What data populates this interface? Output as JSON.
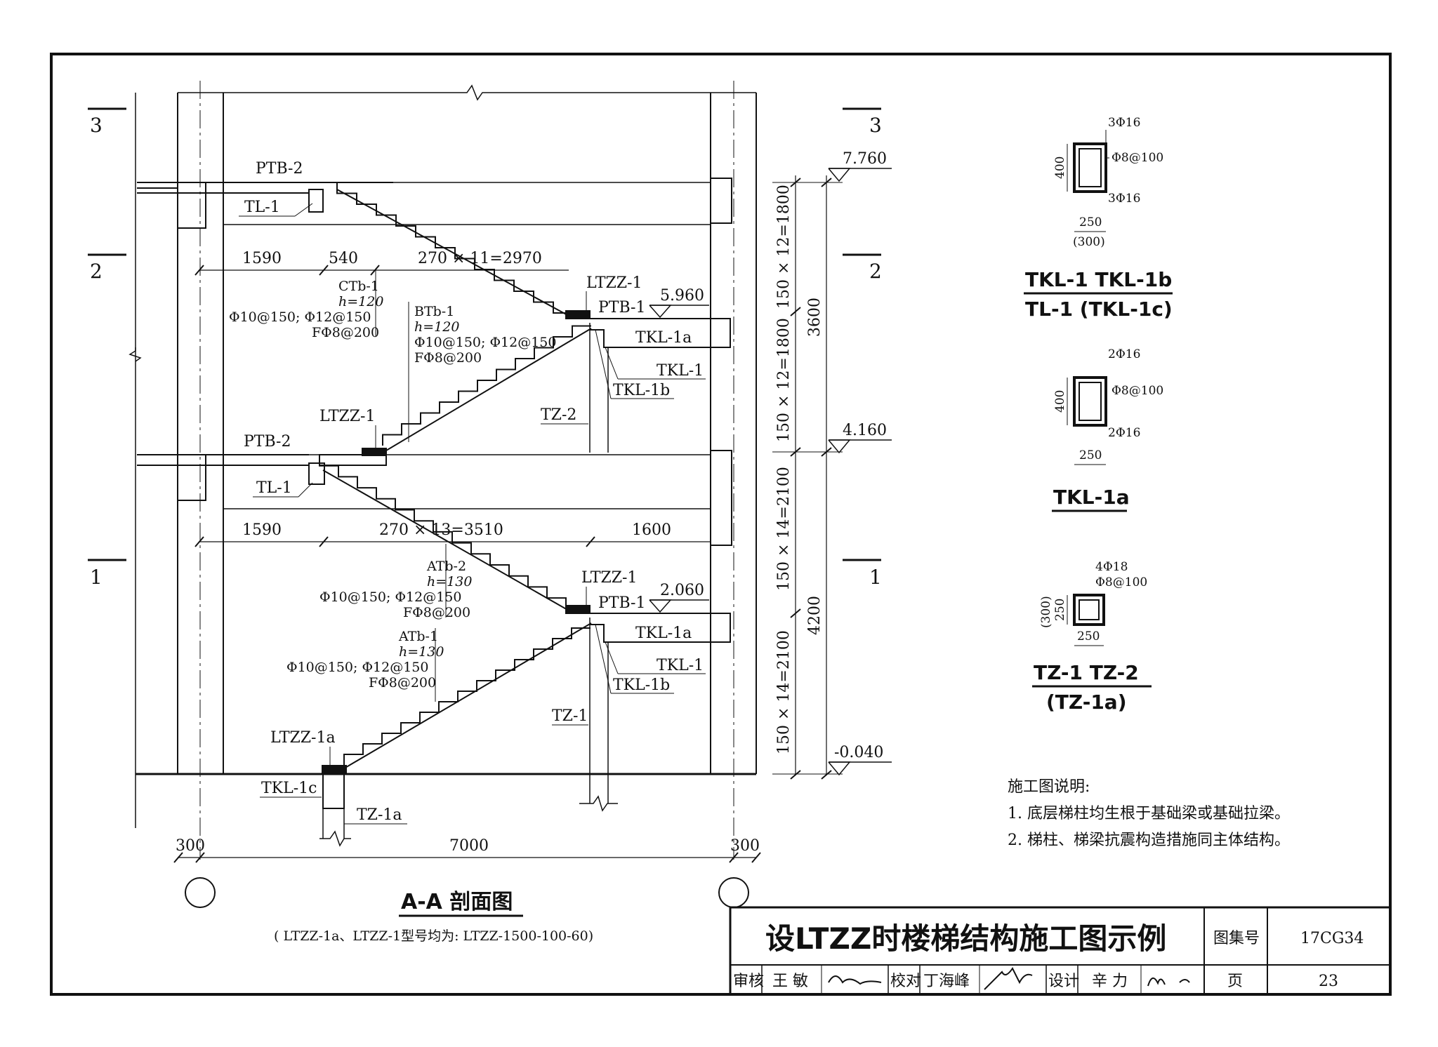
{
  "section": {
    "cut_marks": [
      "3",
      "2",
      "1"
    ],
    "dims": {
      "upper_landing": "1590",
      "upper_mid": "540",
      "upper_flight": "270 × 11=2970",
      "lower_landing": "1590",
      "lower_flight": "270 × 13=3510",
      "lower_right": "1600",
      "bottom_left": "300",
      "bottom_span": "7000",
      "bottom_right": "300"
    },
    "elevations": {
      "e1": "7.760",
      "e2": "5.960",
      "e3": "4.160",
      "e4": "2.060",
      "e5": "-0.040"
    },
    "vertical_dims": {
      "v1": "150 × 12=1800",
      "v2": "150 × 12=1800",
      "v3": "150 × 14=2100",
      "v4": "150 × 14=2100",
      "total_upper": "3600",
      "total_lower": "4200"
    },
    "labels": {
      "ptb2_upper": "PTB-2",
      "tl1_upper": "TL-1",
      "ctb_name": "CTb-1",
      "ctb_h": "h=120",
      "ctb_r1": "Φ10@150;  Φ12@150",
      "ctb_r2": "FΦ8@200",
      "btb_name": "BTb-1",
      "btb_h": "h=120",
      "btb_r1": "Φ10@150;  Φ12@150",
      "btb_r2": "FΦ8@200",
      "ltzz1_top": "LTZZ-1",
      "ptb1_top": "PTB-1",
      "tkl1a_top": "TKL-1a",
      "tkl1_top": "TKL-1",
      "tkl1b_top": "TKL-1b",
      "tz2": "TZ-2",
      "ltzz1_mid": "LTZZ-1",
      "ptb2_lower": "PTB-2",
      "tl1_lower": "TL-1",
      "atb2_name": "ATb-2",
      "atb2_h": "h=130",
      "atb2_r1": "Φ10@150;  Φ12@150",
      "atb2_r2": "FΦ8@200",
      "ltzz1_low": "LTZZ-1",
      "ptb1_low": "PTB-1",
      "tkl1a_low": "TKL-1a",
      "tkl1_low": "TKL-1",
      "tkl1b_low": "TKL-1b",
      "atb1_name": "ATb-1",
      "atb1_h": "h=130",
      "atb1_r1": "Φ10@150;  Φ12@150",
      "atb1_r2": "FΦ8@200",
      "tz1": "TZ-1",
      "ltzz1a": "LTZZ-1a",
      "tkl1c": "TKL-1c",
      "tz1a": "TZ-1a"
    },
    "title": "A-A 剖面图",
    "subtitle": "( LTZZ-1a、LTZZ-1型号均为: LTZZ-1500-100-60)"
  },
  "details": {
    "d1": {
      "top": "3Φ16",
      "stirrup": "Φ8@100",
      "bottom": "3Φ16",
      "height": "400",
      "width": "250",
      "width_alt": "(300)",
      "title1": "TKL-1  TKL-1b",
      "title2": "TL-1 (TKL-1c)"
    },
    "d2": {
      "top": "2Φ16",
      "stirrup": "Φ8@100",
      "bottom": "2Φ16",
      "height": "400",
      "width": "250",
      "title": "TKL-1a"
    },
    "d3": {
      "main": "4Φ18",
      "stirrup": "Φ8@100",
      "height": "250",
      "height_alt": "(300)",
      "width": "250",
      "title1": "TZ-1  TZ-2",
      "title2": "(TZ-1a)"
    }
  },
  "notes": {
    "heading": "施工图说明:",
    "items": [
      "1. 底层梯柱均生根于基础梁或基础拉梁。",
      "2. 梯柱、梯梁抗震构造措施同主体结构。"
    ]
  },
  "titleblock": {
    "title": "设LTZZ时楼梯结构施工图示例",
    "atlas_label": "图集号",
    "atlas_no": "17CG34",
    "review_label": "审核",
    "reviewer": "王 敏",
    "check_label": "校对",
    "checker": "丁海峰",
    "design_label": "设计",
    "designer": "辛 力",
    "page_label": "页",
    "page_no": "23"
  }
}
